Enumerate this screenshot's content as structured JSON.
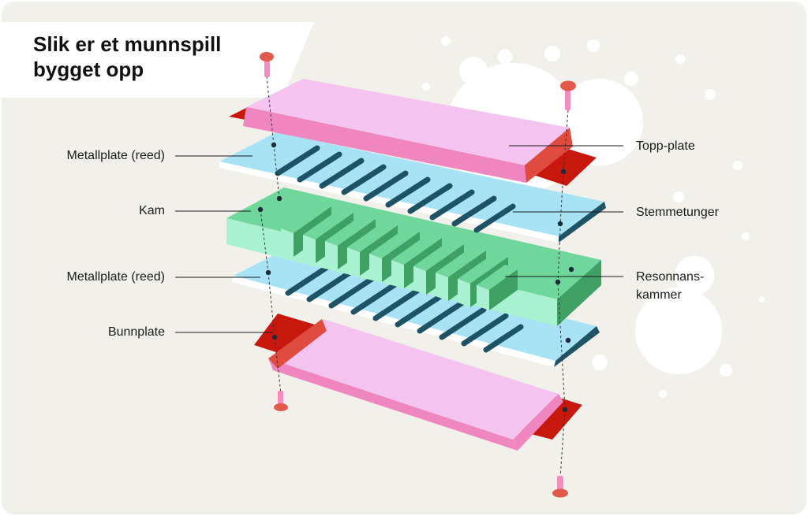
{
  "title_line1": "Slik er et munnspill",
  "title_line2": "bygget opp",
  "labels": {
    "metallplate_top": "Metallplate (reed)",
    "kam": "Kam",
    "metallplate_bottom": "Metallplate (reed)",
    "bunnplate": "Bunnplate",
    "topp_plate": "Topp-plate",
    "stemmetunger": "Stemmetunger",
    "resonans_line1": "Resonnans-",
    "resonans_line2": "kammer"
  },
  "colors": {
    "background": "#f2f0eb",
    "plate_pink_light": "#f5c3ef",
    "plate_pink_dark": "#ef86c0",
    "plate_red": "#c8180e",
    "reed_blue": "#a7e3f5",
    "reed_blue_edge": "#1d5364",
    "comb_green": "#6fd79b",
    "comb_green_light": "#a9f2d1",
    "comb_green_dark": "#3fa063",
    "screw_red": "#e0594b",
    "screw_pink": "#f58cc0"
  }
}
